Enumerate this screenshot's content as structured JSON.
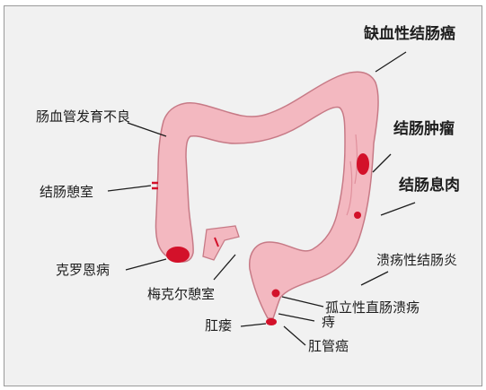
{
  "diagram": {
    "labels": {
      "ischemic_colitis": "缺血性结肠癌",
      "angiodysplasia": "肠血管发育不良",
      "colon_tumor": "结肠肿瘤",
      "diverticulum": "结肠憩室",
      "colon_polyp": "结肠息肉",
      "crohns": "克罗恩病",
      "ulcerative_colitis": "溃疡性结肠炎",
      "meckel": "梅克尔憩室",
      "solitary_rectal_ulcer": "孤立性直肠溃疡",
      "anal_fistula": "肛瘘",
      "hemorrhoid": "痔",
      "anal_cancer": "肛管癌"
    },
    "colors": {
      "colon_fill": "#f3b8c0",
      "colon_outline": "#c77a86",
      "lesion_red": "#d3112a",
      "background": "#f1f1f1"
    }
  }
}
